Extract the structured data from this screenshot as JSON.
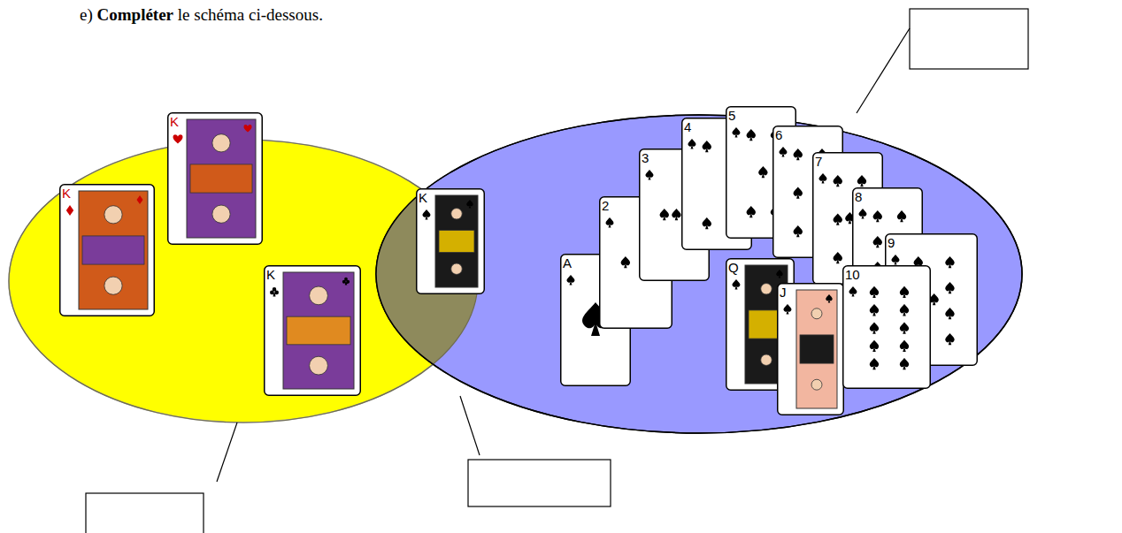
{
  "diagram": {
    "title": "e) Compléter le schéma ci-dessous.",
    "nodes": [
      {
        "text": [
          "K"
        ]
      },
      {
        "text": [
          "K"
        ]
      },
      {
        "text": [
          "K"
        ]
      },
      {
        "text": [
          "K"
        ]
      },
      {
        "text": [
          "A"
        ]
      },
      {
        "text": [
          "2"
        ]
      },
      {
        "text": [
          "3"
        ]
      },
      {
        "text": [
          "4"
        ]
      },
      {
        "text": [
          "5"
        ]
      },
      {
        "text": [
          "6"
        ]
      },
      {
        "text": [
          "7"
        ]
      },
      {
        "text": [
          "8"
        ]
      },
      {
        "text": [
          "9"
        ]
      },
      {
        "text": [
          "10"
        ]
      },
      {
        "text": [
          "J"
        ]
      },
      {
        "text": [
          "Q"
        ]
      }
    ]
  }
}
